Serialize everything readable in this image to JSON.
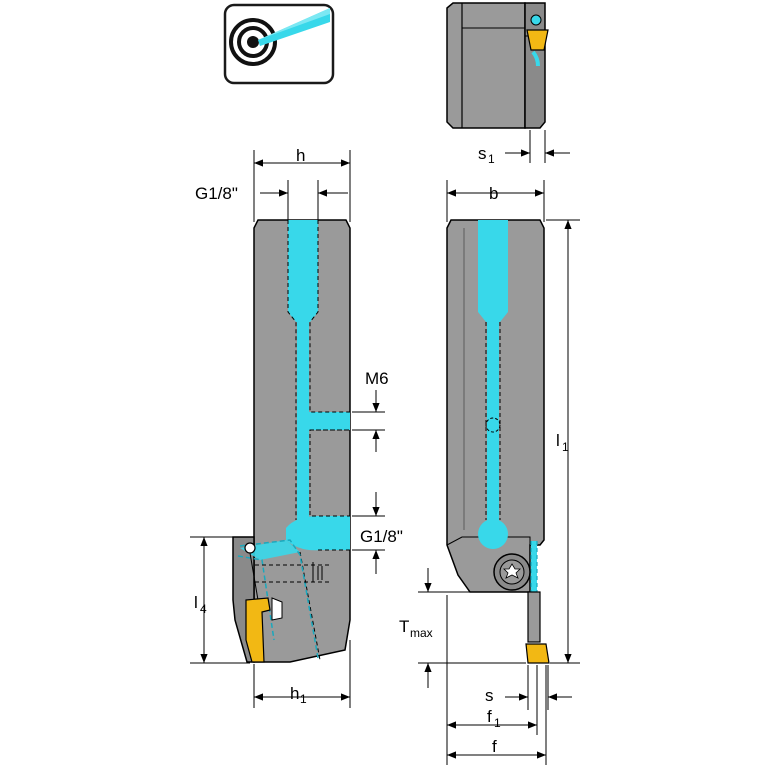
{
  "colors": {
    "body": "#9a9a9a",
    "body_dark": "#7d7d7d",
    "body_light": "#b5b5b5",
    "coolant": "#38d8ea",
    "coolant_dark": "#1aa8bd",
    "insert": "#f2b814",
    "insert_dark": "#c48a00",
    "outline": "#000000",
    "icon_border": "#1a1a1a"
  },
  "icons": {
    "coolant": "coolant-target-icon",
    "screw": "torx-screw-icon"
  },
  "labels": {
    "h": "h",
    "g18_top": "G1/8\"",
    "m6": "M6",
    "g18_side": "G1/8\"",
    "l4": "l",
    "l4_sub": "4",
    "h1": "h",
    "h1_sub": "1",
    "s1": "s",
    "s1_sub": "1",
    "b": "b",
    "l1": "l",
    "l1_sub": "1",
    "tmax": "T",
    "tmax_sub": "max",
    "s": "s",
    "f1": "f",
    "f1_sub": "1",
    "f": "f"
  }
}
